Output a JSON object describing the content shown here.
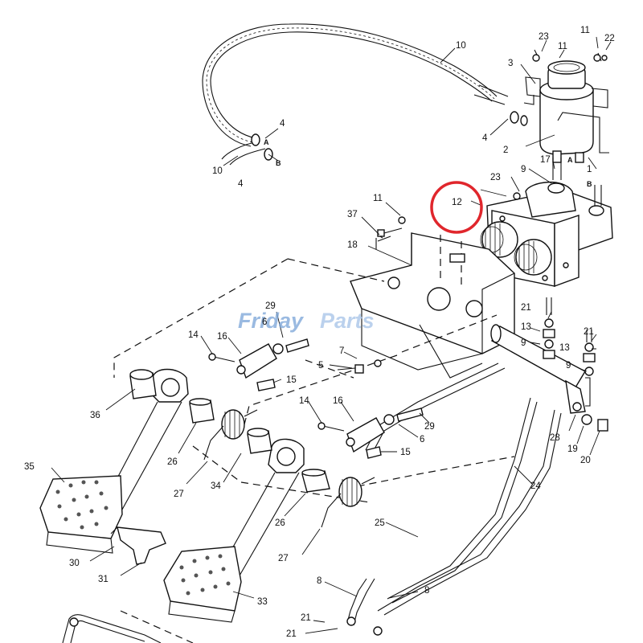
{
  "watermark": {
    "part1": "Friday",
    "part2": "Parts"
  },
  "highlight": {
    "part": "12",
    "color": "#e0262c"
  },
  "labels": {
    "l1": "1",
    "l2": "2",
    "l3": "3",
    "l4a": "4",
    "l4b": "4",
    "l4c": "4",
    "l5": "5",
    "l6a": "6",
    "l6b": "6",
    "l7": "7",
    "l8a": "8",
    "l8b": "8",
    "l9a": "9",
    "l9b": "9",
    "l9c": "9",
    "l10a": "10",
    "l10b": "10",
    "l11a": "11",
    "l11b": "11",
    "l11c": "11",
    "l12": "12",
    "l13a": "13",
    "l13b": "13",
    "l14a": "14",
    "l14b": "14",
    "l15a": "15",
    "l15b": "15",
    "l16a": "16",
    "l16b": "16",
    "l17": "17",
    "l18": "18",
    "l19": "19",
    "l20": "20",
    "l21a": "21",
    "l21b": "21",
    "l21c": "21",
    "l21d": "21",
    "l22": "22",
    "l23a": "23",
    "l23b": "23",
    "l24": "24",
    "l25": "25",
    "l26a": "26",
    "l26b": "26",
    "l27a": "27",
    "l27b": "27",
    "l28": "28",
    "l29a": "29",
    "l29b": "29",
    "l30": "30",
    "l31": "31",
    "l33": "33",
    "l34": "34",
    "l35": "35",
    "l36": "36",
    "l37": "37"
  },
  "letters": {
    "a1": "A",
    "b1": "B",
    "a2": "A",
    "b2": "B"
  }
}
